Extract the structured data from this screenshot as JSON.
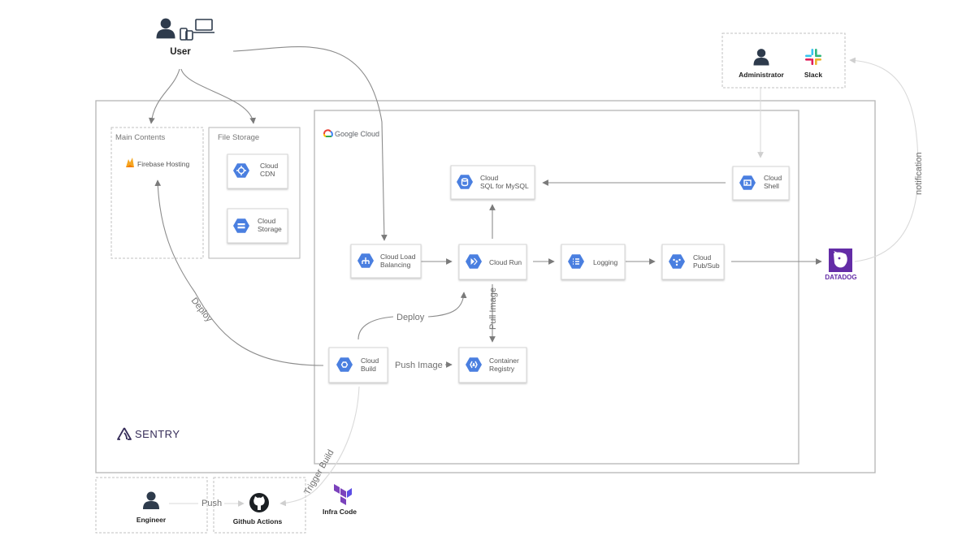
{
  "nodes": {
    "user": "User",
    "main_contents": "Main Contents",
    "firebase_hosting": "Firebase Hosting",
    "file_storage": "File Storage",
    "cloud_cdn": [
      "Cloud",
      "CDN"
    ],
    "cloud_storage": [
      "Cloud",
      "Storage"
    ],
    "google_cloud": "Google Cloud",
    "cloud_sql": [
      "Cloud",
      "SQL for MySQL"
    ],
    "cloud_shell": [
      "Cloud",
      "Shell"
    ],
    "cloud_load_balancing": [
      "Cloud Load",
      "Balancing"
    ],
    "cloud_run": "Cloud Run",
    "logging": "Logging",
    "cloud_pubsub": [
      "Cloud",
      "Pub/Sub"
    ],
    "cloud_build": [
      "Cloud",
      "Build"
    ],
    "container_registry": [
      "Container",
      "Registry"
    ],
    "administrator": "Administrator",
    "slack": "Slack",
    "datadog": "DATADOG",
    "sentry": "SENTRY",
    "engineer": "Engineer",
    "github_actions": "Github Actions",
    "infra_code": "Infra Code"
  },
  "edges": {
    "deploy_to_run": "Deploy",
    "deploy_to_firebase": "Deploy",
    "push_image": "Push Image",
    "pull_image": "Pull Image",
    "trigger_build": "Trigger Build",
    "push": "Push",
    "notification": "notification"
  },
  "colors": {
    "gcp_blue": "#4a7fe0",
    "person": "#2e3b4c",
    "datadog_purple": "#632ca6",
    "terraform_purple": "#7b42bc",
    "sentry_purple": "#362d59",
    "firebase_orange": "#f5a623"
  },
  "icons": {
    "user": "person-icon",
    "devices": "devices-icon",
    "firebase": "firebase-icon",
    "gcp": "gcp-hexagon-icon",
    "slack": "slack-icon",
    "datadog": "datadog-icon",
    "sentry": "sentry-icon",
    "github": "github-icon",
    "terraform": "terraform-icon"
  }
}
